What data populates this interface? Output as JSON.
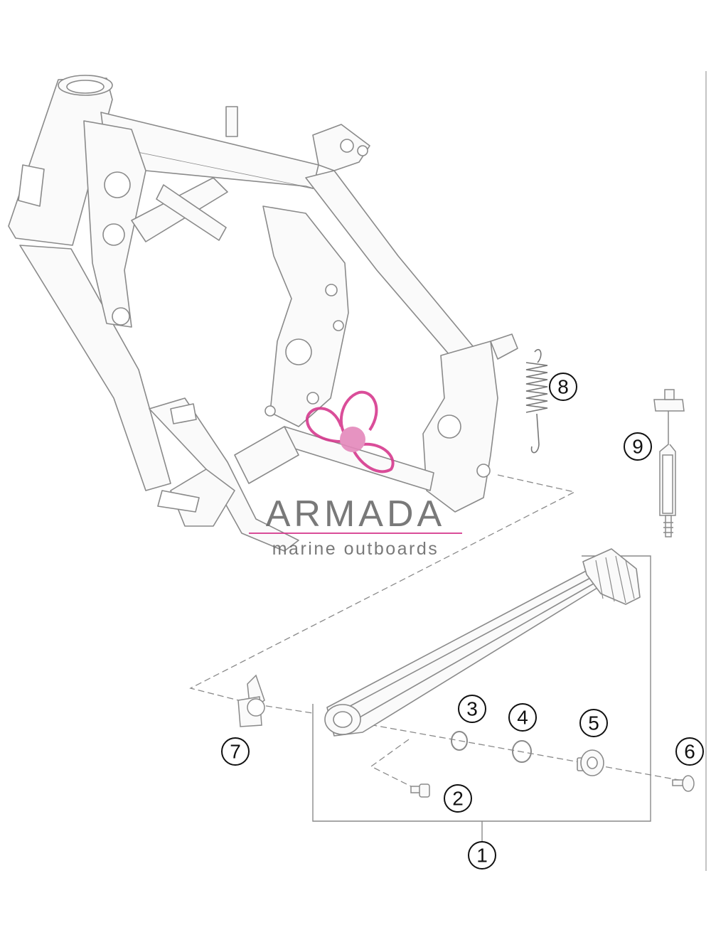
{
  "callouts": [
    {
      "number": "1",
      "glyph": "①"
    },
    {
      "number": "2",
      "glyph": "②"
    },
    {
      "number": "3",
      "glyph": "③"
    },
    {
      "number": "4",
      "glyph": "④"
    },
    {
      "number": "5",
      "glyph": "⑤"
    },
    {
      "number": "6",
      "glyph": "⑥"
    },
    {
      "number": "7",
      "glyph": "⑦"
    },
    {
      "number": "8",
      "glyph": "⑧"
    },
    {
      "number": "9",
      "glyph": "⑨"
    }
  ],
  "watermark": {
    "brand": "ARMADA",
    "tagline": "marine outboards"
  },
  "colors": {
    "line": "#8a8a8a",
    "ink": "#111111",
    "watermark_pink": "#d63a8e"
  }
}
